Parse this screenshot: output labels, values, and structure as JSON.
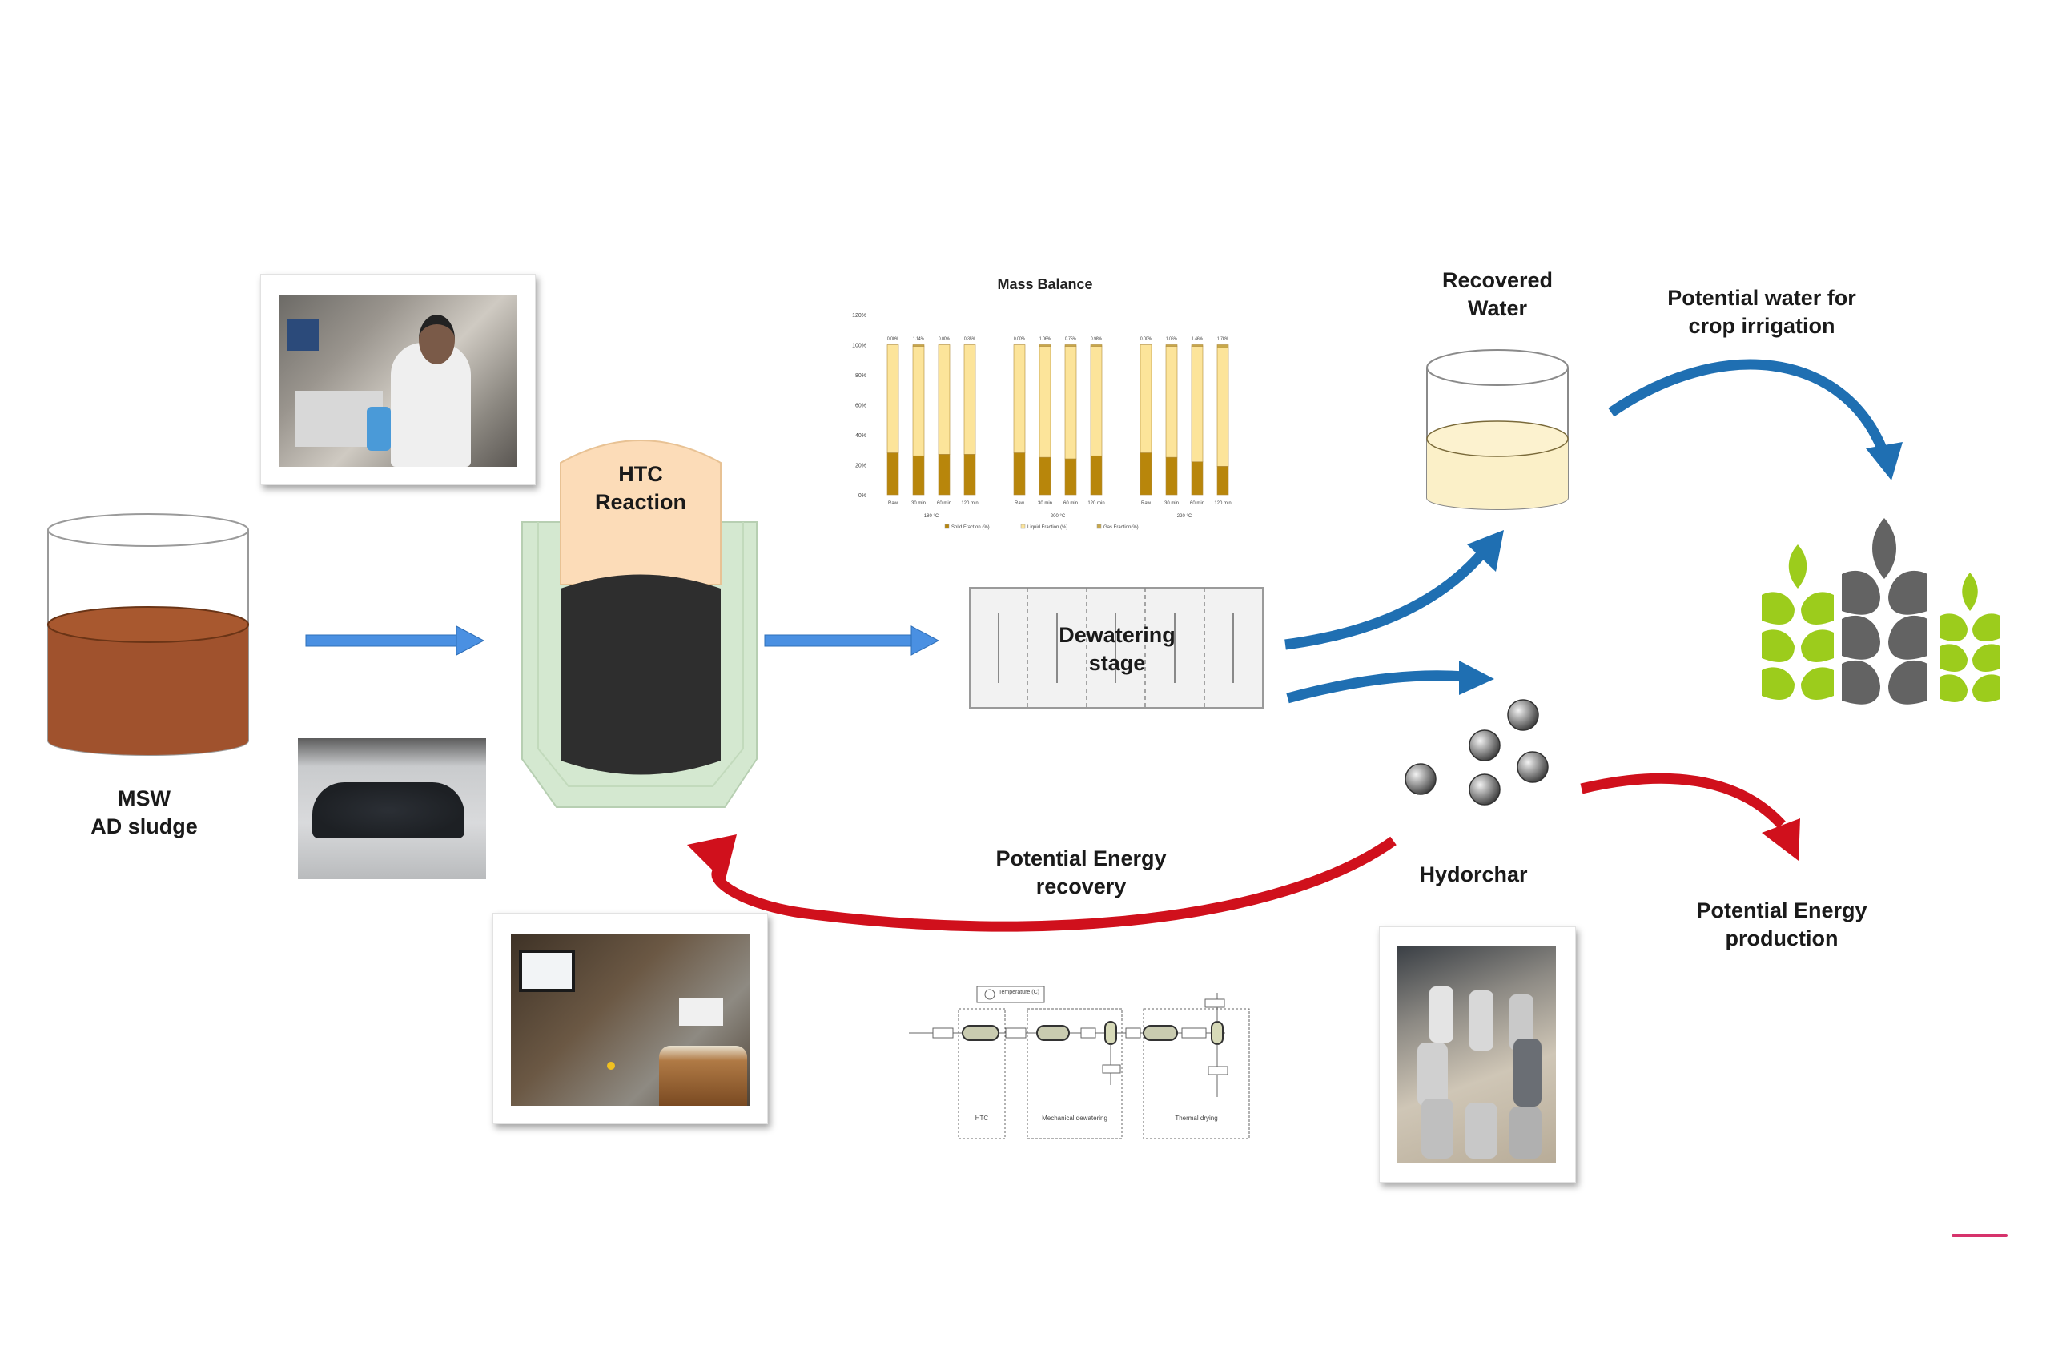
{
  "labels": {
    "feedstock": [
      "MSW",
      "AD sludge"
    ],
    "htc": [
      "HTC",
      "Reaction"
    ],
    "dewatering": [
      "Dewatering",
      "stage"
    ],
    "recovered_water": [
      "Recovered",
      "Water"
    ],
    "irrigation": [
      "Potential water for",
      "crop irrigation"
    ],
    "hydrochar": "Hydorchar",
    "energy_production": [
      "Potential Energy",
      "production"
    ],
    "energy_recovery": [
      "Potential Energy",
      "recovery"
    ]
  },
  "photos": [
    {
      "id": "lab-operator",
      "subject": "researcher in lab coat handling sample"
    },
    {
      "id": "sludge-tray",
      "subject": "tray of dark dewatered sludge"
    },
    {
      "id": "htc-rig",
      "subject": "HTC reactor rig with monitor"
    },
    {
      "id": "hydrochar-bottles",
      "subject": "bottles of hydrochar samples"
    }
  ],
  "colors": {
    "sludge": "#a0522d",
    "reactor_top": "#fcdcb8",
    "reactor_fill": "#2e2e2e",
    "reactor_jacket": "#d4e8d0",
    "water": "#fbf0c8",
    "flow_blue": "#1f6fb2",
    "input_arrow_blue": "#4a90e2",
    "energy_red": "#d0101c",
    "wheat_green": "#9ccc1c",
    "wheat_gray": "#636363",
    "solid_fraction": "#b8860b",
    "liquid_fraction": "#fce49a",
    "gas_fraction": "#c8a84a"
  },
  "flowsheet": {
    "legend": "Temperature (C)",
    "sections": [
      "HTC",
      "Mechanical dewatering",
      "Thermal drying"
    ]
  },
  "chart_data": {
    "type": "bar",
    "stacked": true,
    "title": "Mass Balance",
    "groups": [
      "180 °C",
      "200 °C",
      "220 °C"
    ],
    "categories": [
      "Raw",
      "30 min",
      "60 min",
      "120 min"
    ],
    "ylabel": "",
    "xlabel": "",
    "ylim": [
      0,
      120
    ],
    "yticks": [
      "0%",
      "20%",
      "40%",
      "60%",
      "80%",
      "100%",
      "120%"
    ],
    "legend": [
      "Solid Fraction (%)",
      "Liquid Fraction (%)",
      "Gas Fraction(%)"
    ],
    "legend_position": "bottom",
    "series": [
      {
        "name": "Solid Fraction (%)",
        "values": [
          [
            28,
            26,
            27,
            27
          ],
          [
            28,
            25,
            24,
            26
          ],
          [
            28,
            25,
            22,
            19
          ]
        ]
      },
      {
        "name": "Liquid Fraction (%)",
        "values": [
          [
            72,
            73,
            73,
            73
          ],
          [
            72,
            74,
            75,
            73
          ],
          [
            72,
            74,
            77,
            79
          ]
        ]
      },
      {
        "name": "Gas Fraction(%)",
        "values": [
          [
            0,
            1,
            0,
            0
          ],
          [
            0,
            1,
            1,
            1
          ],
          [
            0,
            1,
            1,
            2
          ]
        ]
      }
    ],
    "top_labels": [
      [
        "0.00%",
        "1.14%",
        "0.00%",
        "0.35%"
      ],
      [
        "0.00%",
        "1.06%",
        "0.75%",
        "0.98%"
      ],
      [
        "0.00%",
        "1.06%",
        "1.46%",
        "1.78%"
      ]
    ]
  }
}
